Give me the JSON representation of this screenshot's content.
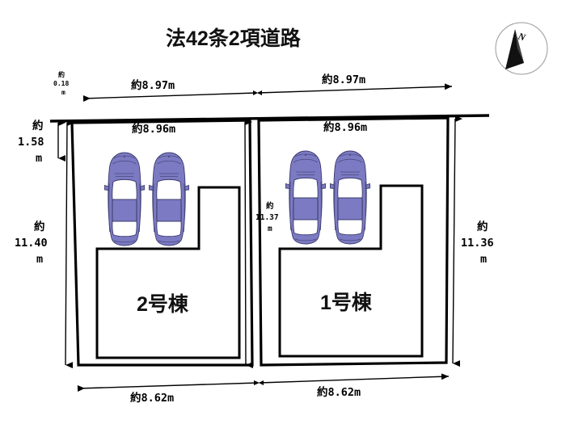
{
  "title": "法42条2項道路",
  "compass": {
    "label": "N",
    "icon": "compass-north-icon"
  },
  "colors": {
    "car_body": "#7b7ac2",
    "car_outline": "#3b3b6e",
    "line": "#000000",
    "background": "#ffffff"
  },
  "dimensions": {
    "road_top_left": "約8.97m",
    "road_top_right": "約8.97m",
    "lot_top_left": "約8.96m",
    "lot_top_right": "約8.96m",
    "lot_bottom_left": "約8.62m",
    "lot_bottom_right": "約8.62m",
    "offset_top": {
      "prefix": "約",
      "value": "0.18",
      "unit": "m"
    },
    "left_upper": {
      "prefix": "約",
      "value": "1.58",
      "unit": "m"
    },
    "left_full": {
      "prefix": "約",
      "value": "11.40",
      "unit": "m"
    },
    "center_full": {
      "prefix": "約",
      "value": "11.37",
      "unit": "m"
    },
    "right_full": {
      "prefix": "約",
      "value": "11.36",
      "unit": "m"
    }
  },
  "lots": [
    {
      "id": "lot-2",
      "label": "2号棟",
      "cars": 2
    },
    {
      "id": "lot-1",
      "label": "1号棟",
      "cars": 2
    }
  ]
}
